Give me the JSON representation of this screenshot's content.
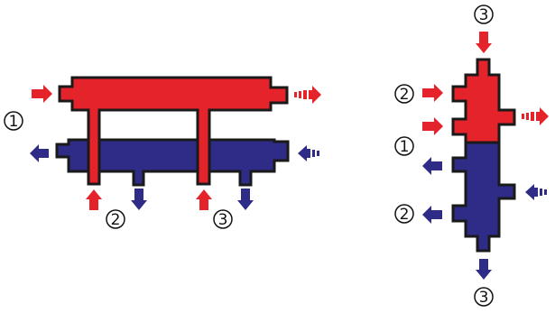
{
  "colors": {
    "hot": "#e5232a",
    "cold": "#2e2c86",
    "outline": "#1a1a1a"
  },
  "labels": {
    "left_one": "1",
    "left_two": "2",
    "left_three": "3",
    "right_three_top": "3",
    "right_two_upper": "2",
    "right_one": "1",
    "right_two_lower": "2",
    "right_three_bottom": "3"
  },
  "arrows": {
    "left_hot_in": "arrow-right-icon",
    "left_hot_out": "dashed-arrow-right-icon",
    "left_cold_out": "arrow-left-icon",
    "left_cold_in": "dashed-arrow-left-icon",
    "left_hot_up_1": "arrow-up-icon",
    "left_cold_down_1": "arrow-down-icon",
    "left_hot_up_2": "arrow-up-icon",
    "left_cold_down_2": "arrow-down-icon",
    "right_top_down": "arrow-down-icon",
    "right_hot_in_1": "arrow-right-icon",
    "right_hot_in_2": "arrow-right-icon",
    "right_hot_out": "dashed-arrow-right-icon",
    "right_cold_out_1": "arrow-left-icon",
    "right_cold_in": "dashed-arrow-left-icon",
    "right_cold_out_2": "arrow-left-icon",
    "right_bottom_down": "arrow-down-icon"
  }
}
